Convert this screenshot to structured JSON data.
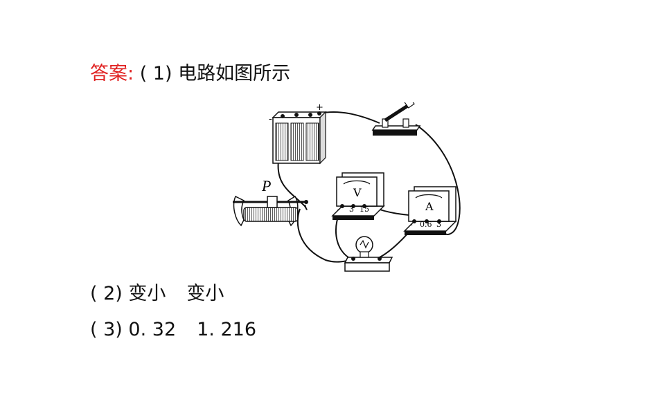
{
  "answer": {
    "label": "答案:",
    "part1_text": " ( 1) 电路如图所示"
  },
  "part2": {
    "prefix": "( 2) ",
    "ans1": "变小",
    "ans2": "变小"
  },
  "part3": {
    "prefix": "( 3) ",
    "ans1": "0. 32",
    "ans2": "1. 216"
  },
  "figure": {
    "battery_minus": "-",
    "battery_plus": "+",
    "rheostat_slider": "P",
    "voltmeter_symbol": "V",
    "voltmeter_terminals": [
      "-",
      "3",
      "15"
    ],
    "ammeter_symbol": "A",
    "ammeter_terminals": [
      "-",
      "0.6",
      "3"
    ]
  },
  "colors": {
    "answer_label": "#e02020",
    "text": "#111111"
  }
}
